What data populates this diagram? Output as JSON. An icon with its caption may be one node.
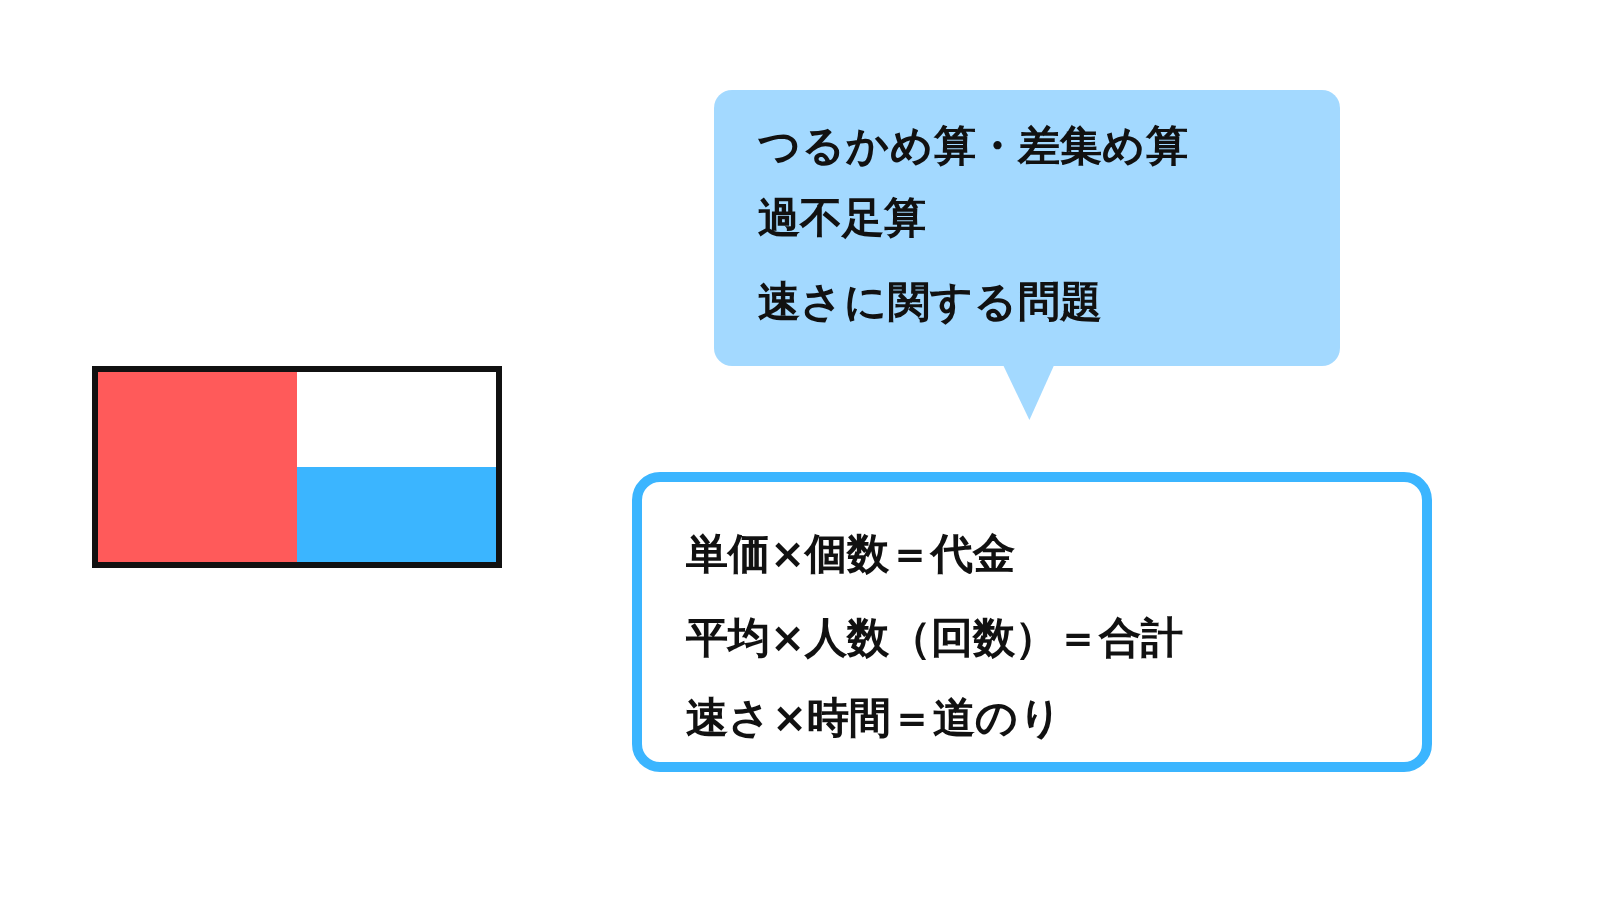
{
  "diagram": {
    "nodes": [
      {
        "text": [],
        "shape": "box"
      },
      {
        "text": [
          "つるかめ算・差集め算",
          "過不足算",
          "速さに関する問題"
        ]
      },
      {
        "text": [
          "単価×個数＝代金",
          "平均×人数（回数）＝合計",
          "速さ×時間＝道のり"
        ]
      }
    ],
    "edges": [
      {
        "from": 1,
        "to": 2,
        "arrow": "to"
      }
    ]
  }
}
